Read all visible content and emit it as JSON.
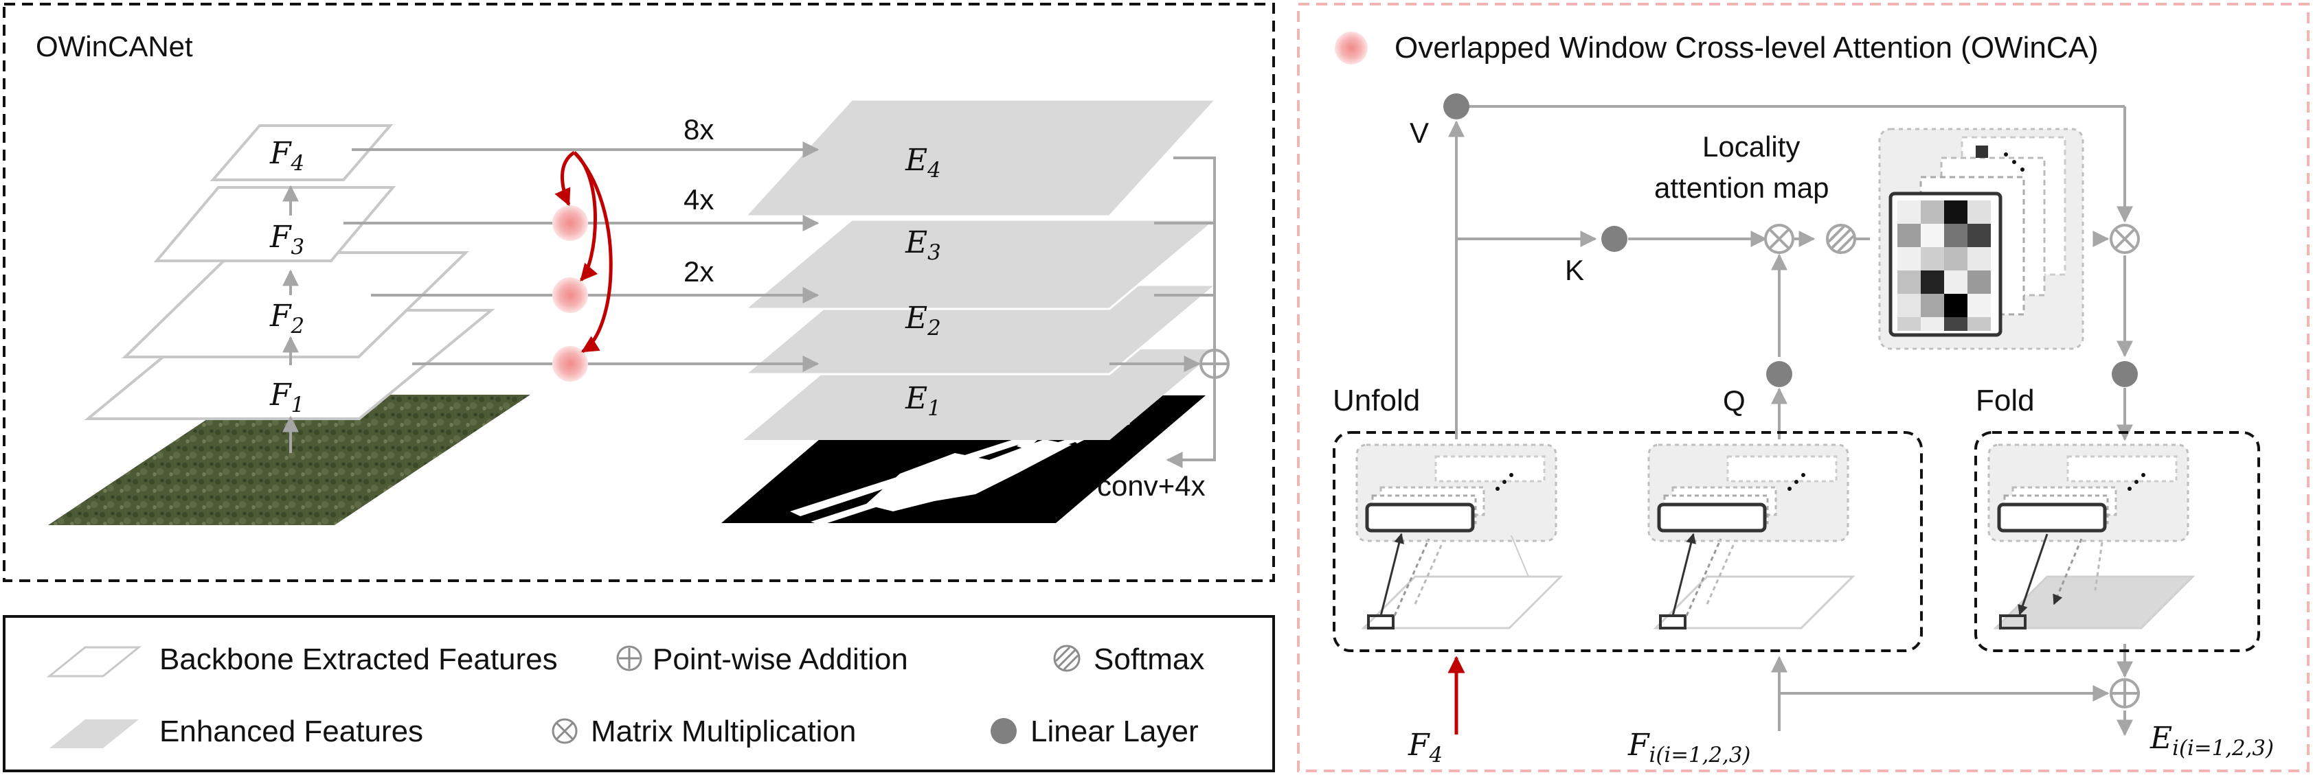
{
  "left_panel": {
    "title": "OWinCANet",
    "features": [
      {
        "name": "F",
        "sub": "4"
      },
      {
        "name": "F",
        "sub": "3"
      },
      {
        "name": "F",
        "sub": "2"
      },
      {
        "name": "F",
        "sub": "1"
      }
    ],
    "enhanced": [
      {
        "name": "E",
        "sub": "4"
      },
      {
        "name": "E",
        "sub": "3"
      },
      {
        "name": "E",
        "sub": "2"
      },
      {
        "name": "E",
        "sub": "1"
      }
    ],
    "scales": [
      "8x",
      "4x",
      "2x"
    ],
    "conv_label": "conv+4x"
  },
  "legend": {
    "backbone": "Backbone Extracted Features",
    "enhanced": "Enhanced Features",
    "addition": "Point-wise Addition",
    "matmul": "Matrix Multiplication",
    "softmax": "Softmax",
    "linear": "Linear Layer"
  },
  "right_panel": {
    "title": "Overlapped Window Cross-level Attention (OWinCA)",
    "v_label": "V",
    "k_label": "K",
    "q_label": "Q",
    "attention_label_1": "Locality",
    "attention_label_2": "attention map",
    "unfold_label": "Unfold",
    "fold_label": "Fold",
    "input_f4_name": "F",
    "input_f4_sub": "4",
    "input_fi_name": "F",
    "input_fi_sub": "i(i=1,2,3)",
    "output_ei_name": "E",
    "output_ei_sub": "i(i=1,2,3)"
  },
  "colors": {
    "arrow_gray": "#a6a6a6",
    "red_arrow": "#c00000",
    "node_pink": "#f4a6a6",
    "linear_node": "#808080",
    "enhanced_fill": "#d9d9d9"
  }
}
